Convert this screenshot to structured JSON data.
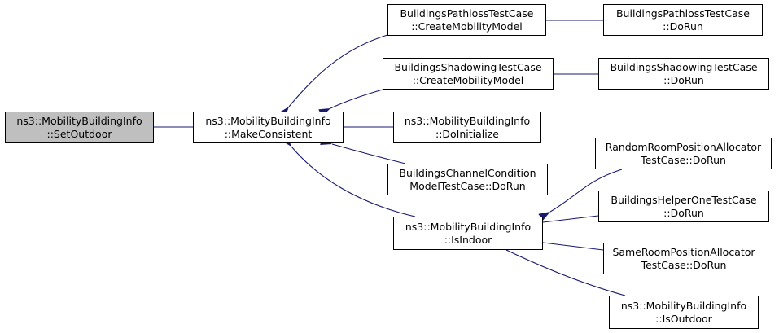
{
  "colors": {
    "edge": "#191970",
    "node_border": "#000000",
    "node_fill": "#ffffff",
    "root_fill": "#bfbfbf"
  },
  "nodes": {
    "set_outdoor": {
      "line1": "ns3::MobilityBuildingInfo",
      "line2": "::SetOutdoor"
    },
    "make_consistent": {
      "line1": "ns3::MobilityBuildingInfo",
      "line2": "::MakeConsistent"
    },
    "pathloss_create": {
      "line1": "BuildingsPathlossTestCase",
      "line2": "::CreateMobilityModel"
    },
    "shadowing_create": {
      "line1": "BuildingsShadowingTestCase",
      "line2": "::CreateMobilityModel"
    },
    "do_initialize": {
      "line1": "ns3::MobilityBuildingInfo",
      "line2": "::DoInitialize"
    },
    "channel_condition": {
      "line1": "BuildingsChannelCondition",
      "line2": "ModelTestCase::DoRun"
    },
    "is_indoor": {
      "line1": "ns3::MobilityBuildingInfo",
      "line2": "::IsIndoor"
    },
    "pathloss_dorun": {
      "line1": "BuildingsPathlossTestCase",
      "line2": "::DoRun"
    },
    "shadowing_dorun": {
      "line1": "BuildingsShadowingTestCase",
      "line2": "::DoRun"
    },
    "random_room": {
      "line1": "RandomRoomPositionAllocator",
      "line2": "TestCase::DoRun"
    },
    "helper_one": {
      "line1": "BuildingsHelperOneTestCase",
      "line2": "::DoRun"
    },
    "same_room": {
      "line1": "SameRoomPositionAllocator",
      "line2": "TestCase::DoRun"
    },
    "is_outdoor": {
      "line1": "ns3::MobilityBuildingInfo",
      "line2": "::IsOutdoor"
    }
  }
}
